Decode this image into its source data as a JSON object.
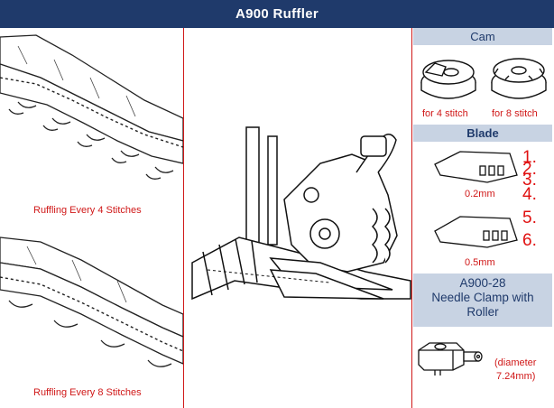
{
  "header": {
    "title": "A900  Ruffler"
  },
  "left": {
    "caption_top": "Ruffling Every 4 Stitches",
    "caption_bottom": "Ruffling Every 8 Stitches"
  },
  "cam": {
    "heading": "Cam",
    "label_4": "for 4 stitch",
    "label_8": "for 8 stitch"
  },
  "blade": {
    "heading": "Blade",
    "numbers": [
      "1.",
      "2.",
      "3.",
      "4.",
      "5.",
      "6."
    ],
    "size_1": "0.2mm",
    "size_2": "0.5mm"
  },
  "needle_clamp": {
    "heading_line1": "A900-28",
    "heading_line2": "Needle Clamp with",
    "heading_line3": "Roller",
    "diameter_line1": "(diameter",
    "diameter_line2": "7.24mm)"
  },
  "colors": {
    "header_bg": "#1f3a6b",
    "section_bg": "#c8d3e3",
    "accent_red": "#d01818"
  }
}
